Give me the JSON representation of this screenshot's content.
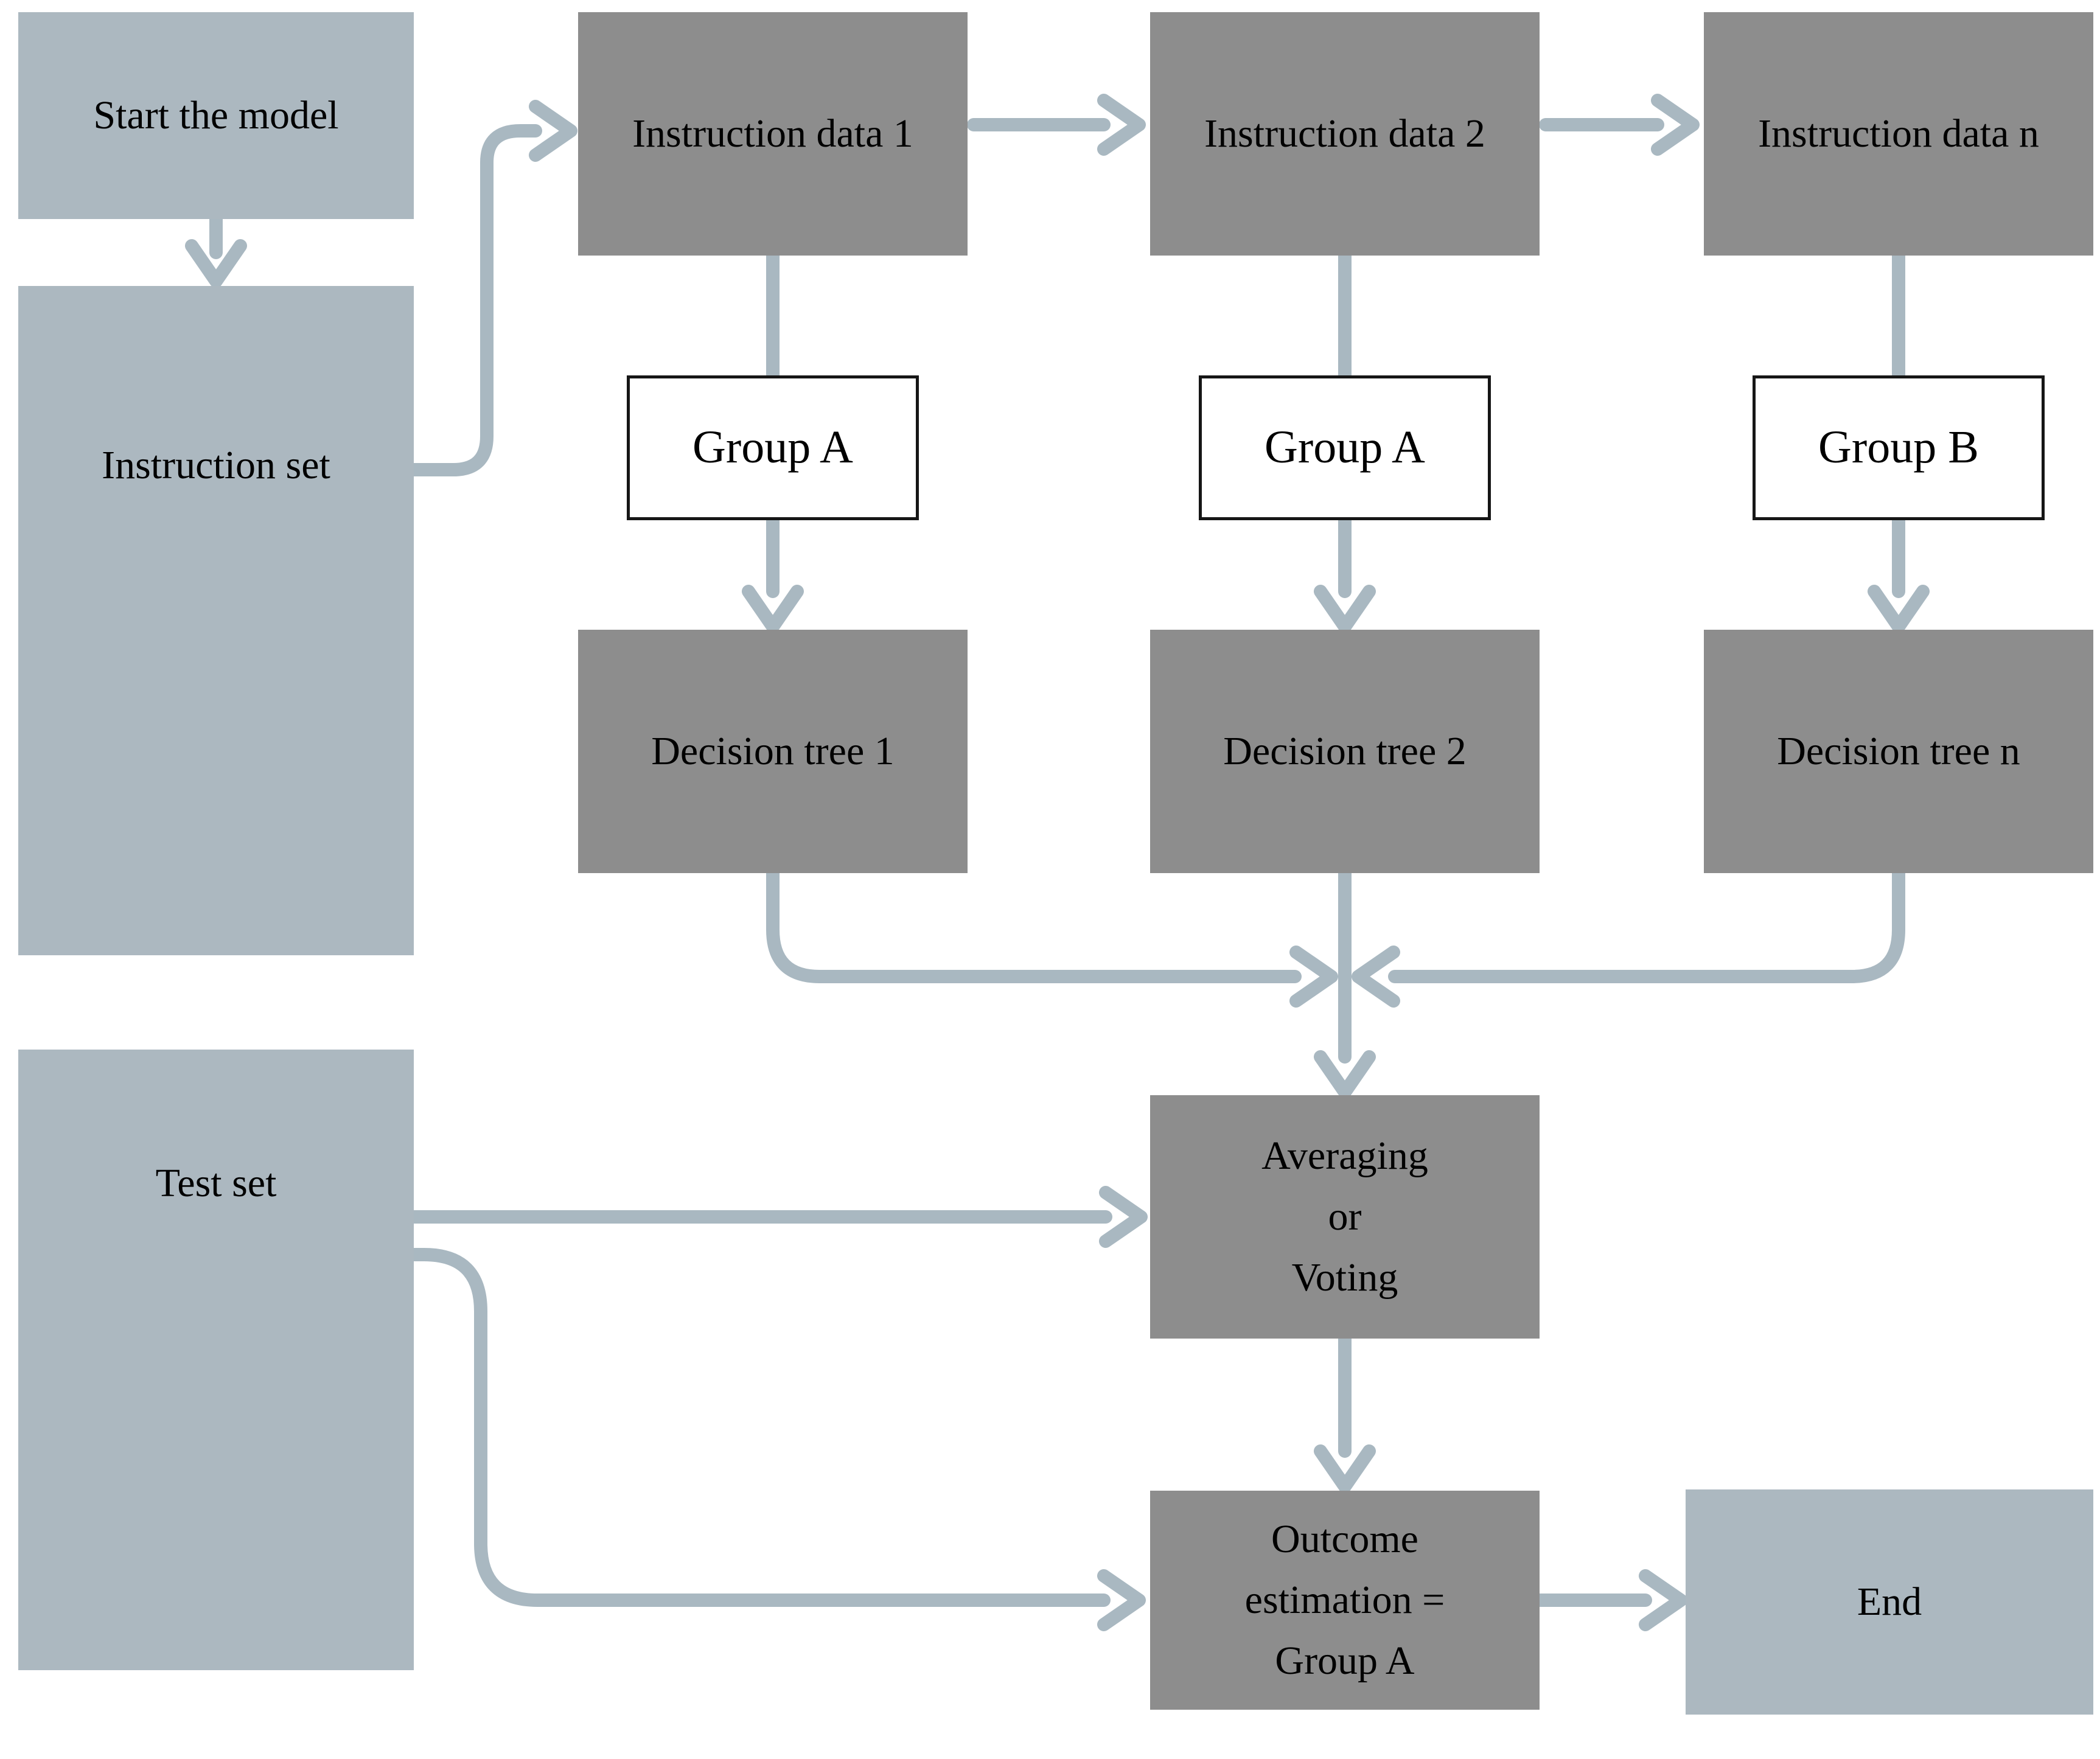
{
  "diagram": {
    "type": "flowchart",
    "colors": {
      "light_box": "#acb8c0",
      "dark_box": "#8d8d8d",
      "white_box": "#ffffff",
      "white_box_border": "#161616",
      "arrow": "#a9b8c1",
      "text": "#000000",
      "background": "#ffffff"
    },
    "nodes": {
      "start": {
        "label": "Start the model"
      },
      "instruction_set": {
        "label": "Instruction set"
      },
      "test_set": {
        "label": "Test set"
      },
      "instruction_data_1": {
        "label": "Instruction data 1"
      },
      "instruction_data_2": {
        "label": "Instruction data 2"
      },
      "instruction_data_n": {
        "label": "Instruction data n"
      },
      "group_a_1": {
        "label": "Group A"
      },
      "group_a_2": {
        "label": "Group A"
      },
      "group_b": {
        "label": "Group B"
      },
      "decision_tree_1": {
        "label": "Decision tree 1"
      },
      "decision_tree_2": {
        "label": "Decision tree 2"
      },
      "decision_tree_n": {
        "label": "Decision tree n"
      },
      "averaging": {
        "line1": "Averaging",
        "line2": "or",
        "line3": "Voting"
      },
      "outcome": {
        "line1": "Outcome",
        "line2": "estimation =",
        "line3": "Group A"
      },
      "end": {
        "label": "End"
      }
    },
    "edges": [
      "start -> instruction_set",
      "instruction_set -> instruction_data_1",
      "instruction_data_1 -> instruction_data_2",
      "instruction_data_2 -> instruction_data_n",
      "instruction_data_1 -> group_a_1 -> decision_tree_1",
      "instruction_data_2 -> group_a_2 -> decision_tree_2",
      "instruction_data_n -> group_b -> decision_tree_n",
      "decision_tree_1 -> averaging",
      "decision_tree_2 -> averaging",
      "decision_tree_n -> averaging",
      "test_set -> averaging",
      "averaging -> outcome",
      "test_set -> outcome",
      "outcome -> end"
    ]
  }
}
